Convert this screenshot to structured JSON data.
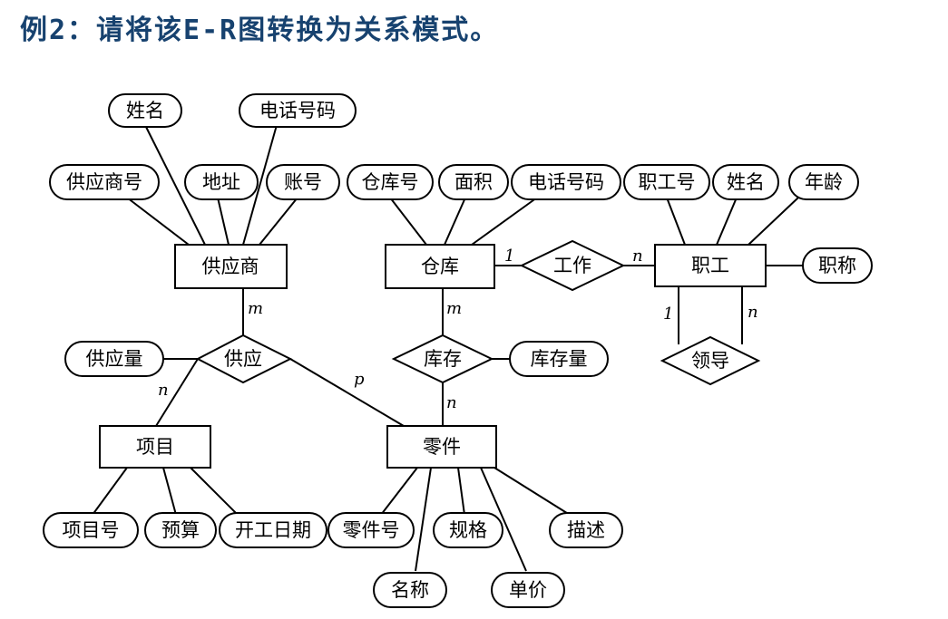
{
  "title": "例2：请将该E-R图转换为关系模式。",
  "entities": {
    "supplier": "供应商",
    "warehouse": "仓库",
    "employee": "职工",
    "project": "项目",
    "part": "零件"
  },
  "relationships": {
    "supply": "供应",
    "stock": "库存",
    "work": "工作",
    "lead": "领导"
  },
  "attributes": {
    "supplier_name": "姓名",
    "supplier_phone": "电话号码",
    "supplier_id": "供应商号",
    "supplier_address": "地址",
    "supplier_account": "账号",
    "warehouse_id": "仓库号",
    "warehouse_area": "面积",
    "warehouse_phone": "电话号码",
    "employee_id": "职工号",
    "employee_name": "姓名",
    "employee_age": "年龄",
    "employee_title": "职称",
    "supply_quantity": "供应量",
    "stock_quantity": "库存量",
    "project_id": "项目号",
    "project_budget": "预算",
    "project_start_date": "开工日期",
    "part_id": "零件号",
    "part_spec": "规格",
    "part_desc": "描述",
    "part_name": "名称",
    "part_price": "单价"
  },
  "cardinalities": {
    "supplier_supply": "m",
    "supply_project": "n",
    "supply_part": "p",
    "warehouse_stock": "m",
    "stock_part": "n",
    "warehouse_work": "1",
    "work_employee": "n",
    "lead_1": "1",
    "lead_n": "n"
  }
}
